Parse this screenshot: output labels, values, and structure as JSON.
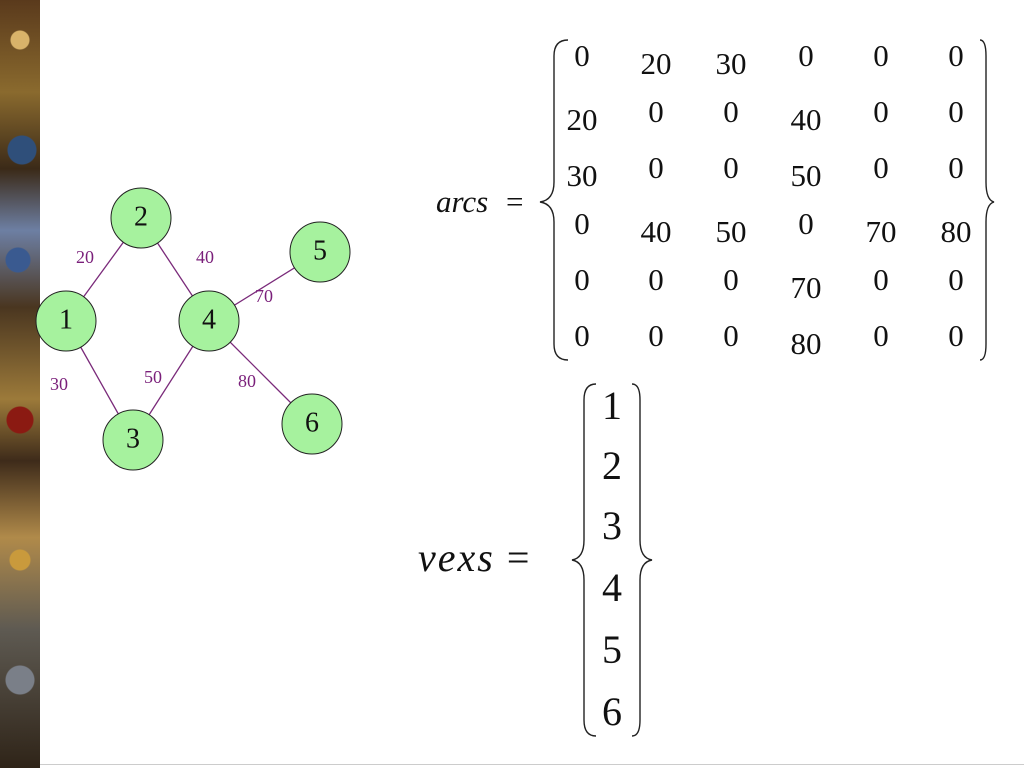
{
  "graph": {
    "nodes": [
      {
        "id": "1",
        "label": "1"
      },
      {
        "id": "2",
        "label": "2"
      },
      {
        "id": "3",
        "label": "3"
      },
      {
        "id": "4",
        "label": "4"
      },
      {
        "id": "5",
        "label": "5"
      },
      {
        "id": "6",
        "label": "6"
      }
    ],
    "edges": [
      {
        "from": "1",
        "to": "2",
        "weight": "20"
      },
      {
        "from": "2",
        "to": "4",
        "weight": "40"
      },
      {
        "from": "1",
        "to": "3",
        "weight": "30"
      },
      {
        "from": "3",
        "to": "4",
        "weight": "50"
      },
      {
        "from": "4",
        "to": "5",
        "weight": "70"
      },
      {
        "from": "4",
        "to": "6",
        "weight": "80"
      }
    ],
    "colors": {
      "node_fill": "#a6f29e",
      "edge": "#7a2a7a",
      "edge_label": "#7a1f7a"
    }
  },
  "arcs": {
    "label": "arcs",
    "equals": "=",
    "matrix": [
      [
        "0",
        "20",
        "30",
        "0",
        "0",
        "0"
      ],
      [
        "20",
        "0",
        "0",
        "40",
        "0",
        "0"
      ],
      [
        "30",
        "0",
        "0",
        "50",
        "0",
        "0"
      ],
      [
        "0",
        "40",
        "50",
        "0",
        "70",
        "80"
      ],
      [
        "0",
        "0",
        "0",
        "70",
        "0",
        "0"
      ],
      [
        "0",
        "0",
        "0",
        "80",
        "0",
        "0"
      ]
    ]
  },
  "vexs": {
    "label": "vexs",
    "equals": "=",
    "values": [
      "1",
      "2",
      "3",
      "4",
      "5",
      "6"
    ]
  }
}
